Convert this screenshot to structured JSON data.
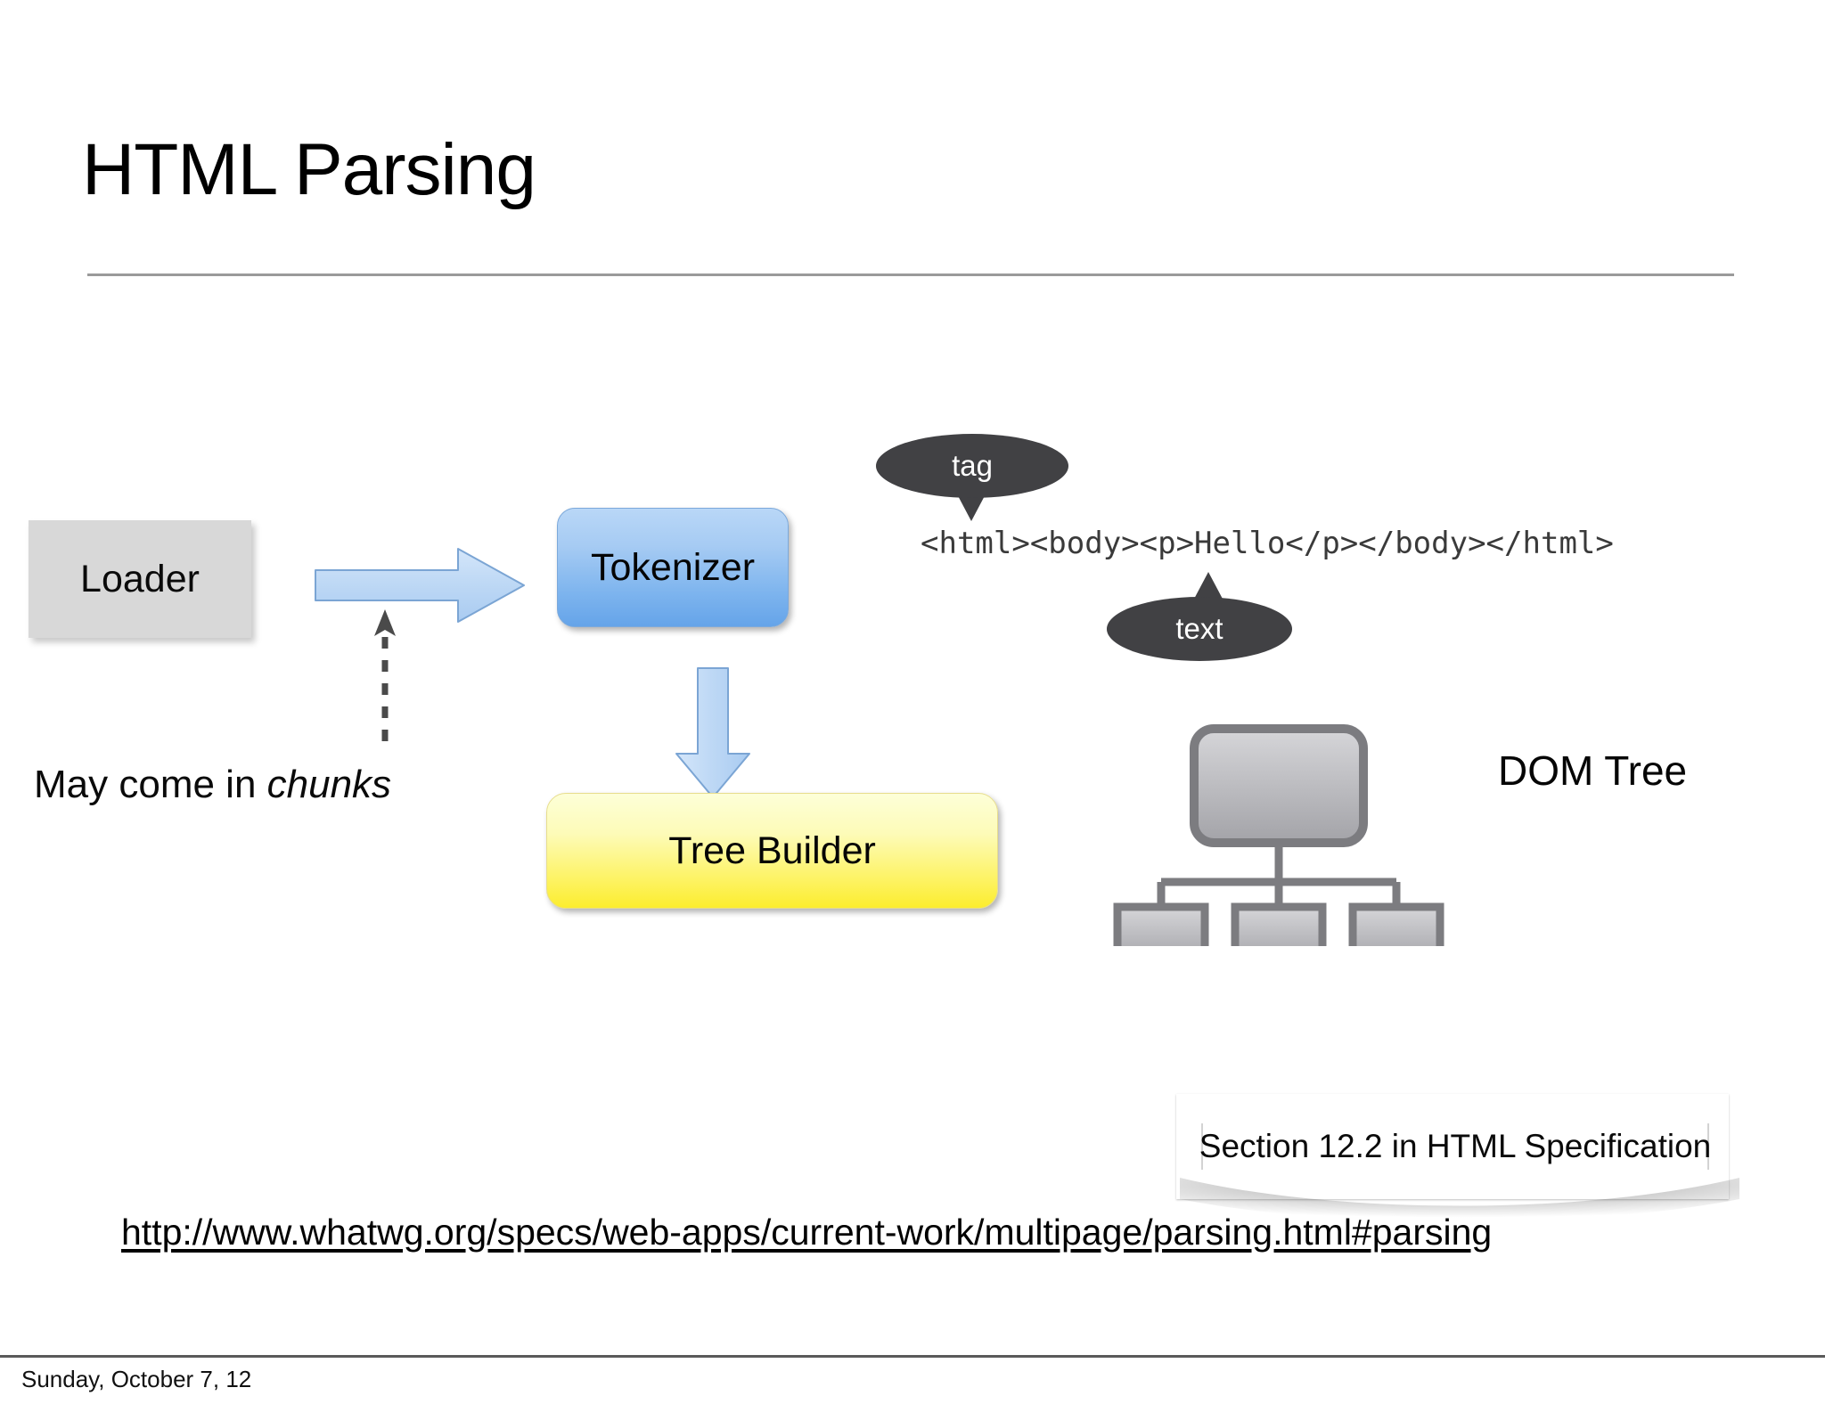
{
  "slide": {
    "title": "HTML Parsing",
    "footer_date": "Sunday, October 7, 12",
    "spec_url": "http://www.whatwg.org/specs/web-apps/current-work/multipage/parsing.html#parsing"
  },
  "boxes": {
    "loader": "Loader",
    "tokenizer": "Tokenizer",
    "tree_builder": "Tree Builder"
  },
  "annotations": {
    "chunks_prefix": "May come in ",
    "chunks_emphasis": "chunks",
    "dom_tree_label": "DOM Tree",
    "section_note": "Section 12.2 in HTML Specification"
  },
  "callouts": {
    "tag": "tag",
    "text": "text"
  },
  "code": {
    "markup_sample": "<html><body><p>Hello</p></body></html>"
  },
  "colors": {
    "loader_fill": "#d8d8d8",
    "tokenizer_top": "#b9d7f7",
    "tokenizer_bottom": "#65a4e9",
    "tree_builder_top": "#fdffd8",
    "tree_builder_bottom": "#fced2e",
    "callout_fill": "#414144",
    "arrow_fill": "#c3daf4",
    "arrow_stroke": "#7ba5d4",
    "dom_node_fill": "#b0b0b4",
    "dom_node_stroke": "#7c7c80",
    "rule_gray": "#9a9a9a",
    "footer_rule": "#5a5a5a",
    "code_text": "#3a3a3a"
  },
  "icons": {
    "arrow_right": "arrow-right-icon",
    "arrow_down": "arrow-down-icon",
    "arrow_dashed_up": "arrow-dashed-up-icon",
    "dom_tree": "dom-tree-icon"
  }
}
